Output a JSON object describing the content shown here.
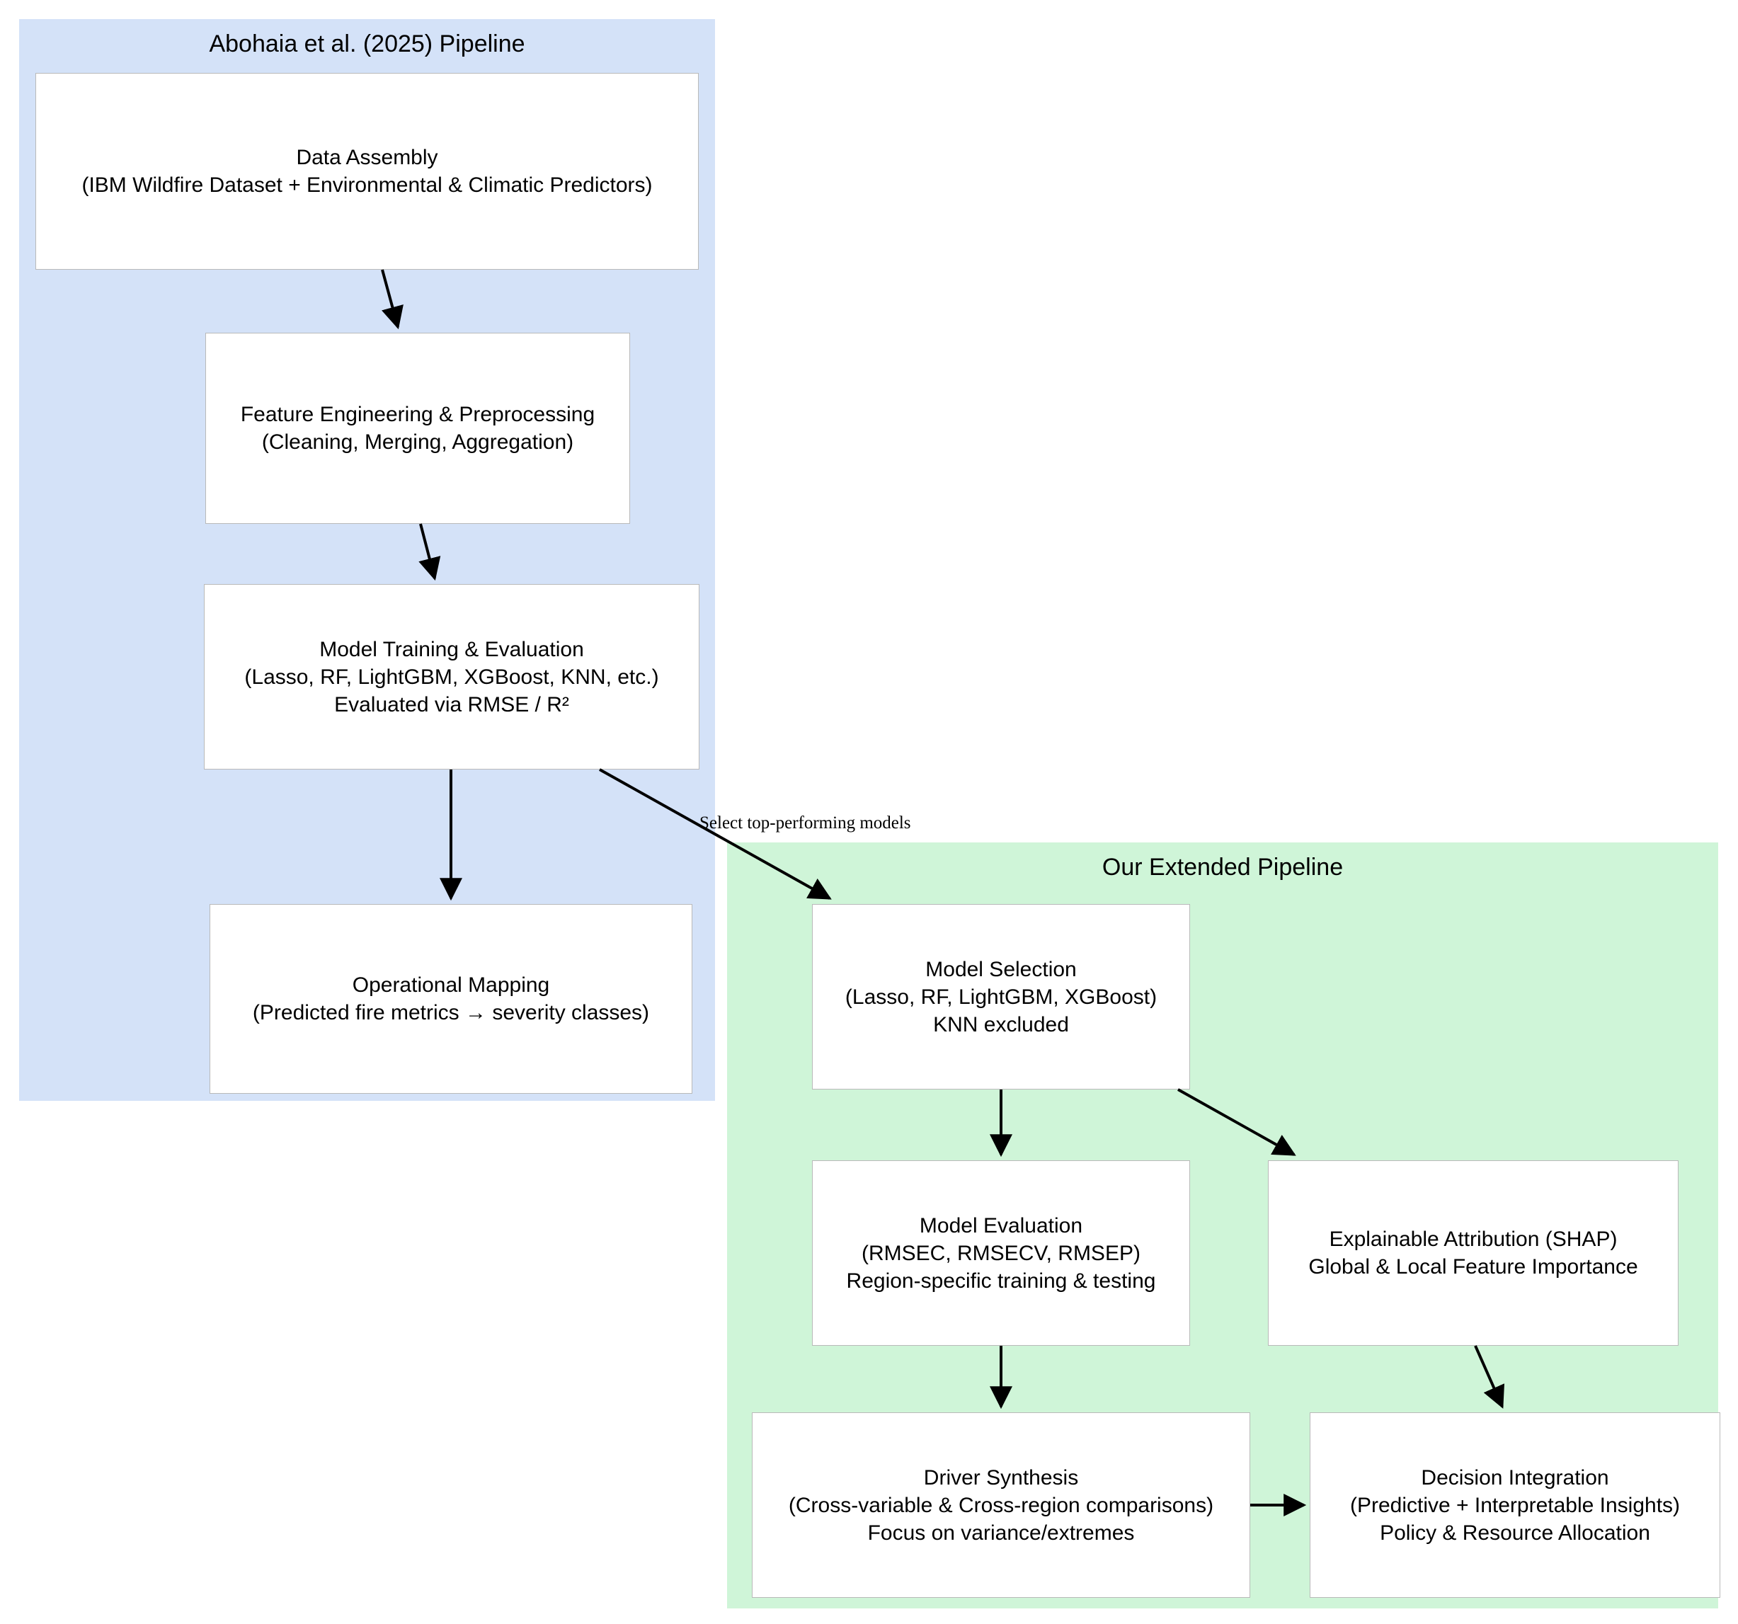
{
  "figure": {
    "kind": "flowchart",
    "background": "#ffffff"
  },
  "clusters": [
    {
      "id": "abohaia",
      "title": "Abohaia et al. (2025) Pipeline",
      "fill": "#d4e2f8"
    },
    {
      "id": "extended",
      "title": "Our Extended Pipeline",
      "fill": "#cff5d8"
    }
  ],
  "nodes": [
    {
      "id": "data-assembly",
      "label": "Data Assembly\n(IBM Wildfire Dataset + Environmental & Climatic Predictors)"
    },
    {
      "id": "feature-engineering",
      "label": "Feature Engineering & Preprocessing\n(Cleaning, Merging, Aggregation)"
    },
    {
      "id": "model-training",
      "label": "Model Training & Evaluation\n(Lasso, RF, LightGBM, XGBoost, KNN, etc.)\nEvaluated via RMSE / R²"
    },
    {
      "id": "operational-mapping",
      "label": "Operational Mapping\n(Predicted fire metrics →  severity classes)"
    },
    {
      "id": "model-selection",
      "label": "Model Selection\n(Lasso, RF, LightGBM, XGBoost)\nKNN excluded"
    },
    {
      "id": "model-evaluation",
      "label": "Model Evaluation\n(RMSEC, RMSECV, RMSEP)\nRegion-specific training & testing"
    },
    {
      "id": "explainable-attribution",
      "label": "Explainable Attribution (SHAP)\nGlobal & Local Feature Importance"
    },
    {
      "id": "driver-synthesis",
      "label": "Driver Synthesis\n(Cross-variable & Cross-region comparisons)\nFocus on variance/extremes"
    },
    {
      "id": "decision-integration",
      "label": "Decision Integration\n(Predictive + Interpretable Insights)\nPolicy & Resource Allocation"
    }
  ],
  "edges": [
    {
      "id": "e1",
      "from": "data-assembly",
      "to": "feature-engineering",
      "label": ""
    },
    {
      "id": "e2",
      "from": "feature-engineering",
      "to": "model-training",
      "label": ""
    },
    {
      "id": "e3",
      "from": "model-training",
      "to": "operational-mapping",
      "label": ""
    },
    {
      "id": "e4",
      "from": "model-training",
      "to": "model-selection",
      "label": "Select top-performing models"
    },
    {
      "id": "e5",
      "from": "model-selection",
      "to": "model-evaluation",
      "label": ""
    },
    {
      "id": "e6",
      "from": "model-selection",
      "to": "explainable-attribution",
      "label": ""
    },
    {
      "id": "e7",
      "from": "model-evaluation",
      "to": "driver-synthesis",
      "label": ""
    },
    {
      "id": "e8",
      "from": "explainable-attribution",
      "to": "decision-integration",
      "label": ""
    },
    {
      "id": "e9",
      "from": "driver-synthesis",
      "to": "decision-integration",
      "label": ""
    }
  ]
}
